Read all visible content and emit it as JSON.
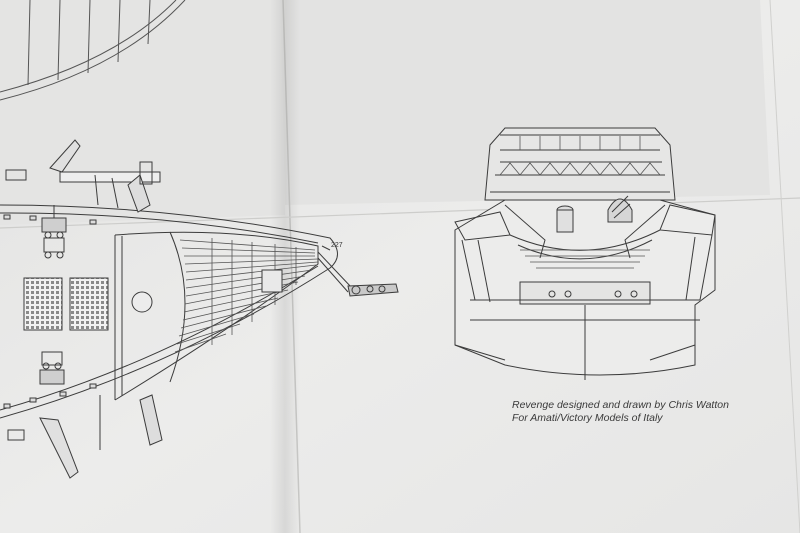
{
  "photo": {
    "caption_line1": "Revenge designed and drawn by Chris Watton",
    "caption_line2": "For Amati/Victory Models of Italy",
    "part_number": "227",
    "colors": {
      "paper": "#ebebea",
      "paper_shadow": "#d6d6d4",
      "ink": "#3c3c3c"
    }
  }
}
